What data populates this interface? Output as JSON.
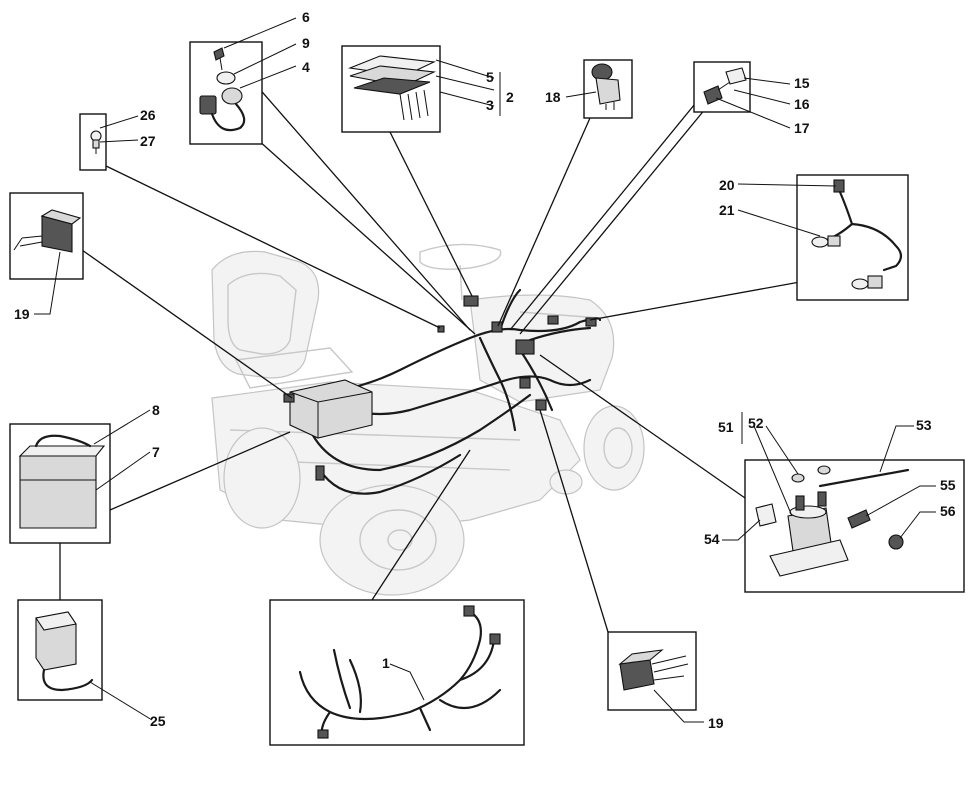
{
  "diagram": {
    "labels": {
      "p1": "1",
      "p2": "2",
      "p3": "3",
      "p4": "4",
      "p5": "5",
      "p6": "6",
      "p7": "7",
      "p8": "8",
      "p9": "9",
      "p15": "15",
      "p16": "16",
      "p17": "17",
      "p18": "18",
      "p19a": "19",
      "p19b": "19",
      "p20": "20",
      "p21": "21",
      "p25": "25",
      "p26": "26",
      "p27": "27",
      "p51": "51",
      "p52": "52",
      "p53": "53",
      "p54": "54",
      "p55": "55",
      "p56": "56"
    }
  }
}
